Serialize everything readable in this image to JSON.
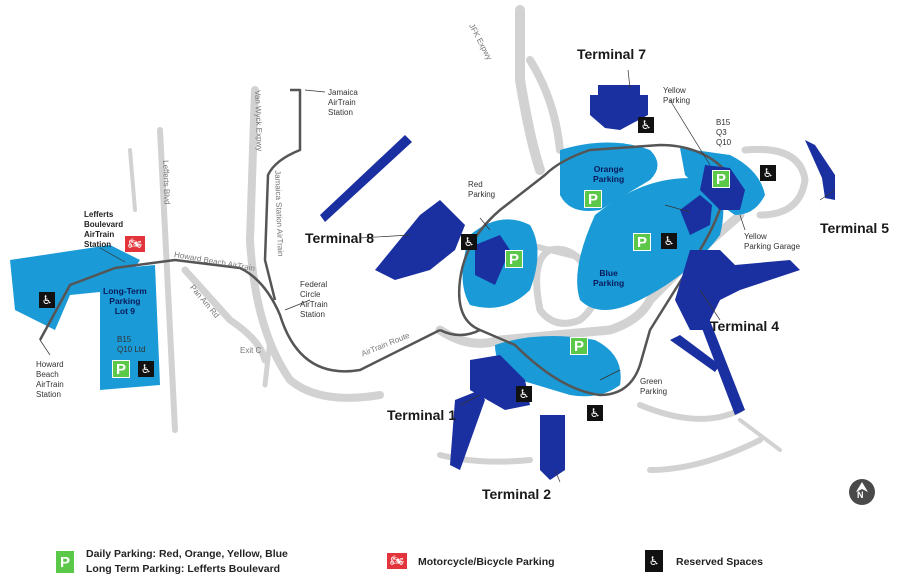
{
  "terminals": {
    "t1": "Terminal 1",
    "t2": "Terminal 2",
    "t4": "Terminal 4",
    "t5": "Terminal 5",
    "t7": "Terminal 7",
    "t8": "Terminal 8"
  },
  "parking": {
    "orange": "Orange\nParking",
    "blue": "Blue\nParking",
    "long_term": "Long-Term\nParking\nLot 9",
    "red": "Red\nParking",
    "yellow": "Yellow\nParking",
    "green": "Green\nParking",
    "yellow_garage": "Yellow\nParking Garage"
  },
  "stations": {
    "jamaica": "Jamaica\nAirTrain\nStation",
    "lefferts": "Lefferts\nBoulevard\nAirTrain\nStation",
    "howard": "Howard\nBeach\nAirTrain\nStation",
    "federal": "Federal\nCircle\nAirTrain\nStation"
  },
  "roads": {
    "jfk_expwy": "JFK Expwy",
    "van_wyck": "Van Wyck Expwy",
    "jamaica_station_airtrain": "Jamaica Station AirTrain",
    "lefferts_blvd": "Lefferts Blvd",
    "howard_beach_airtrain": "Howard Beach AirTrain",
    "pan_am_rd": "Pan Am Rd",
    "exit_c": "Exit C",
    "airtrain_route": "AirTrain Route"
  },
  "bus": {
    "lot9": "B15\nQ10 Ltd",
    "yellow": "B15\nQ3\nQ10"
  },
  "legend": {
    "parking_line1": "Daily Parking: Red, Orange, Yellow, Blue",
    "parking_line2": "Long Term Parking: Lefferts Boulevard",
    "moto": "Motorcycle/Bicycle Parking",
    "reserved": "Reserved Spaces"
  },
  "icons": {
    "parking": "P",
    "accessible": "♿",
    "motorcycle": "🏍",
    "north": "N"
  },
  "colors": {
    "parking_fill": "#1a9ad6",
    "terminal_fill": "#1a2fa0",
    "road": "#d2d2d2",
    "airtrain": "#555555",
    "parking_icon": "#5cc84a",
    "moto_icon": "#e3343b"
  }
}
